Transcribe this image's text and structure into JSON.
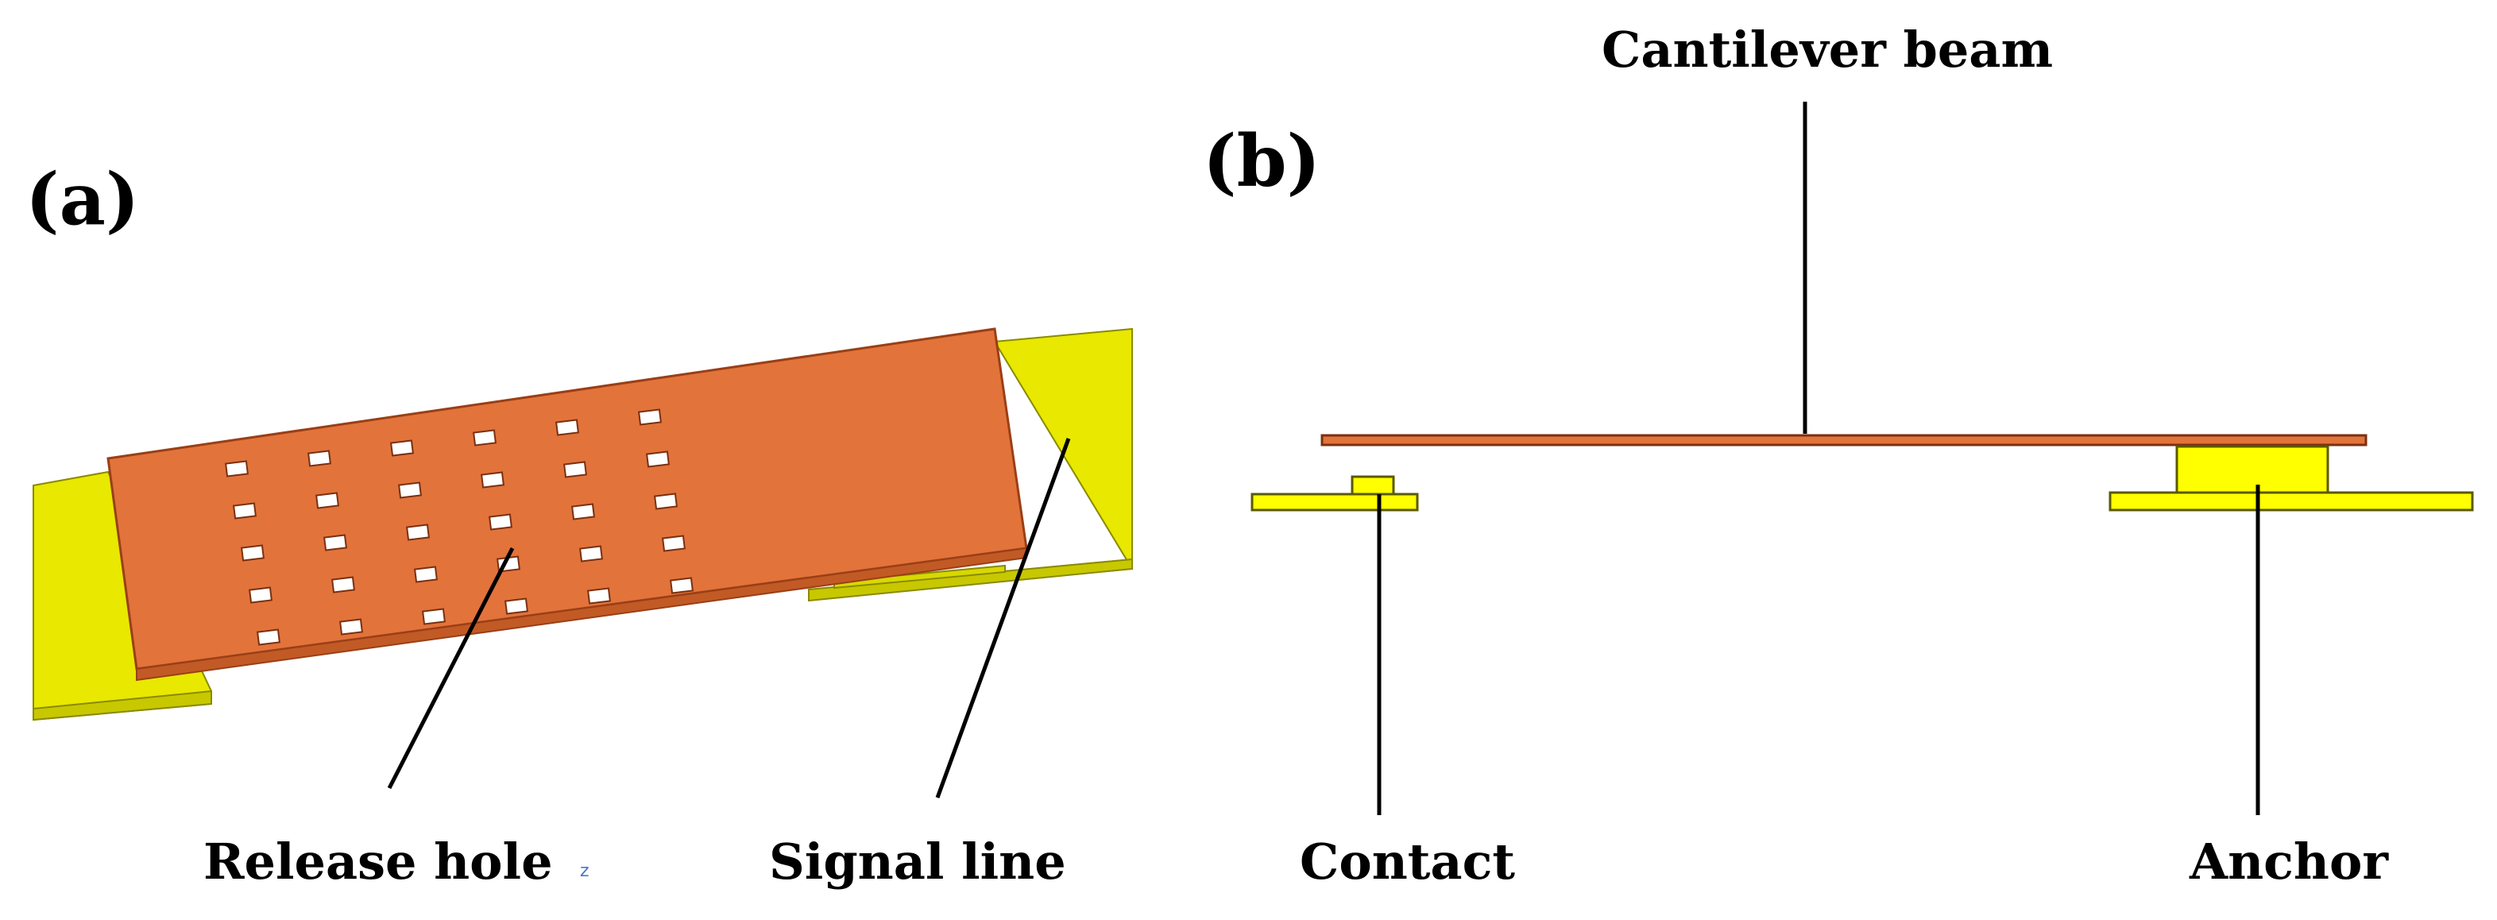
{
  "panels": [
    {
      "id": "a",
      "label": "(a)",
      "callouts": {
        "release_hole": "Release hole",
        "signal_line": "Signal line"
      },
      "axis_glyph": "z",
      "hole_grid": {
        "columns": 6,
        "rows": 5
      }
    },
    {
      "id": "b",
      "label": "(b)",
      "callouts": {
        "cantilever_beam": "Cantilever beam",
        "contact": "Contact",
        "anchor": "Anchor"
      }
    }
  ],
  "colors": {
    "beam": "#e2733b",
    "beam_edge": "#9a3f16",
    "signal_line": "#e8e800",
    "signal_line_edge": "#8a8a00",
    "release_hole": "#ffffff",
    "leader_line": "#000000",
    "text": "#000000",
    "axis_glyph": "#4a78d0"
  }
}
